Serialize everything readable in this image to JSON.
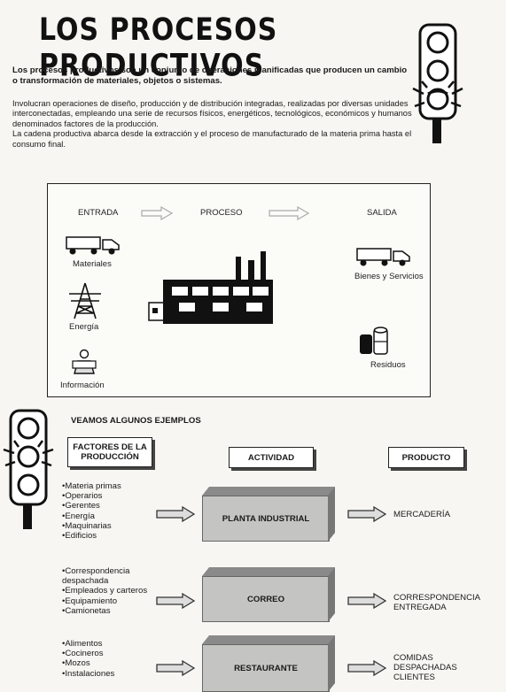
{
  "title": "LOS PROCESOS PRODUCTIVOS",
  "intro_bold": "Los procesos productivos son un conjunto de operaciones planificadas que producen un cambio o transformación de materiales, objetos o sistemas.",
  "paragraph_1": "Involucran operaciones de diseño, producción y de distribución integradas, realizadas por diversas unidades interconectadas, empleando una serie de recursos físicos, energéticos, tecnológicos, económicos y humanos denominados factores de la producción.",
  "paragraph_2": "La cadena productiva abarca desde la extracción y el proceso de manufacturado de la materia prima hasta el consumo final.",
  "diagram": {
    "entrada": "ENTRADA",
    "proceso": "PROCESO",
    "salida": "SALIDA",
    "inputs": [
      "Materiales",
      "Energía",
      "Información"
    ],
    "outputs": [
      "Bienes y Servicios",
      "Residuos"
    ]
  },
  "examples_title": "VEAMOS ALGUNOS EJEMPLOS",
  "headers": {
    "factores": "FACTORES DE LA PRODUCCIÓN",
    "actividad": "ACTIVIDAD",
    "producto": "PRODUCTO"
  },
  "examples": [
    {
      "factors": [
        "Materia primas",
        "Operarios",
        "Gerentes",
        "Energía",
        "Maquinarias",
        "Edificios"
      ],
      "activity": "PLANTA INDUSTRIAL",
      "product": "MERCADERÍA"
    },
    {
      "factors": [
        "Correspondencia despachada",
        "Empleados y carteros",
        "Equipamiento",
        "Camionetas"
      ],
      "activity": "CORREO",
      "product": "CORRESPONDENCIA ENTREGADA"
    },
    {
      "factors": [
        "Alimentos",
        "Cocineros",
        "Mozos",
        "Instalaciones"
      ],
      "activity": "RESTAURANTE",
      "product": "COMIDAS DESPACHADAS CLIENTES"
    }
  ]
}
